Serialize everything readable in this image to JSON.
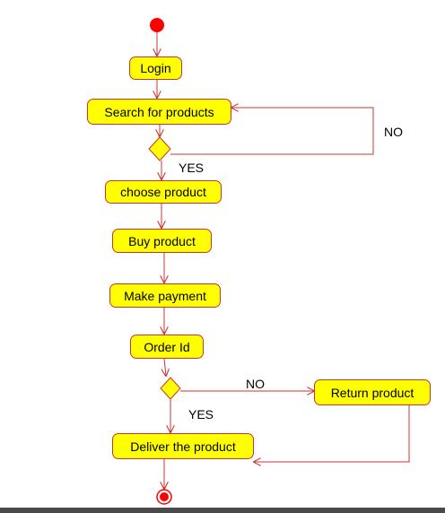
{
  "diagram": {
    "nodes": {
      "login": "Login",
      "search": "Search for products",
      "choose": "choose product",
      "buy": "Buy product",
      "payment": "Make payment",
      "order": "Order Id",
      "return": "Return product",
      "deliver": "Deliver the product"
    },
    "labels": {
      "no_1": "NO",
      "yes_1": "YES",
      "no_2": "NO",
      "yes_2": "YES"
    }
  },
  "colors": {
    "node_fill": "#ffff00",
    "stroke": "#cc3333",
    "start": "#ff0000"
  }
}
